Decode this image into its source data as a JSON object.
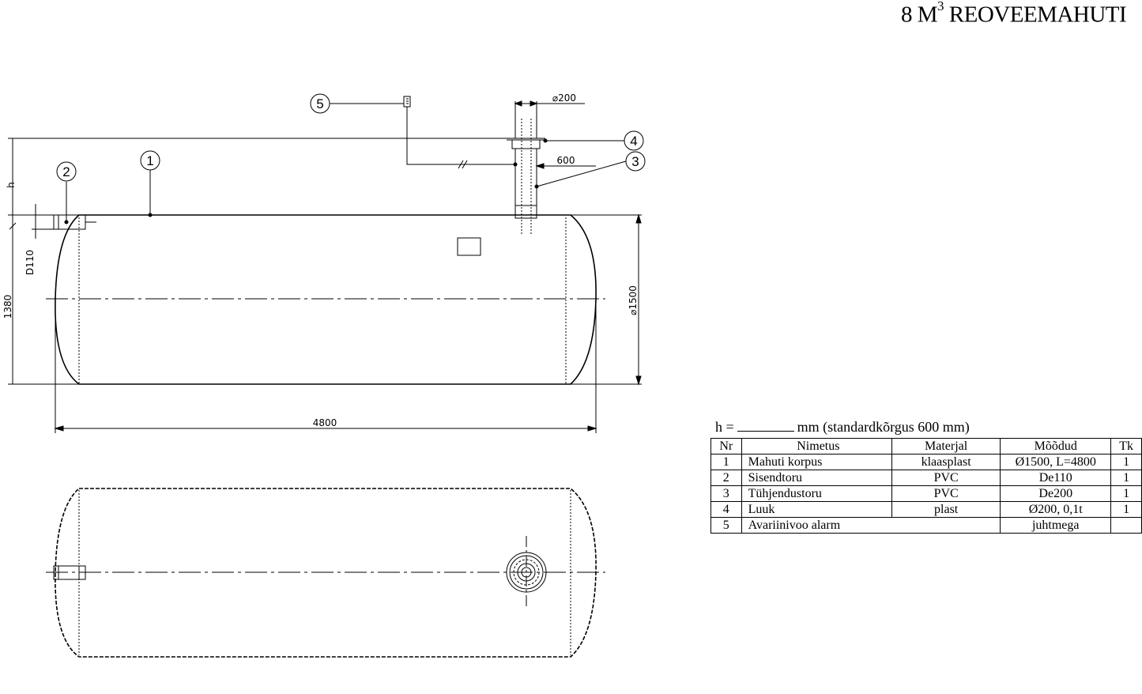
{
  "title": {
    "prefix": "8 M",
    "superscript": "3",
    "suffix": " REOVEEMAHUTI"
  },
  "dimensions": {
    "h": "h",
    "d110": "D110",
    "height_1380": "1380",
    "length": "4800",
    "diameter": "⌀1500",
    "pipe_diameter": "⌀200",
    "offset_600": "600"
  },
  "callouts": [
    "1",
    "2",
    "3",
    "4",
    "5"
  ],
  "note": {
    "prefix": "h =",
    "suffix": "mm (standardkõrgus 600 mm)"
  },
  "table": {
    "headers": [
      "Nr",
      "Nimetus",
      "Materjal",
      "Mõõdud",
      "Tk"
    ],
    "rows": [
      [
        "1",
        "Mahuti korpus",
        "klaasplast",
        "Ø1500, L=4800",
        "1"
      ],
      [
        "2",
        "Sisendtoru",
        "PVC",
        "De110",
        "1"
      ],
      [
        "3",
        "Tühjendustoru",
        "PVC",
        "De200",
        "1"
      ],
      [
        "4",
        "Luuk",
        "plast",
        "Ø200, 0,1t",
        "1"
      ],
      [
        "5",
        "Avariinivoo alarm",
        "",
        "juhtmega",
        ""
      ]
    ]
  }
}
